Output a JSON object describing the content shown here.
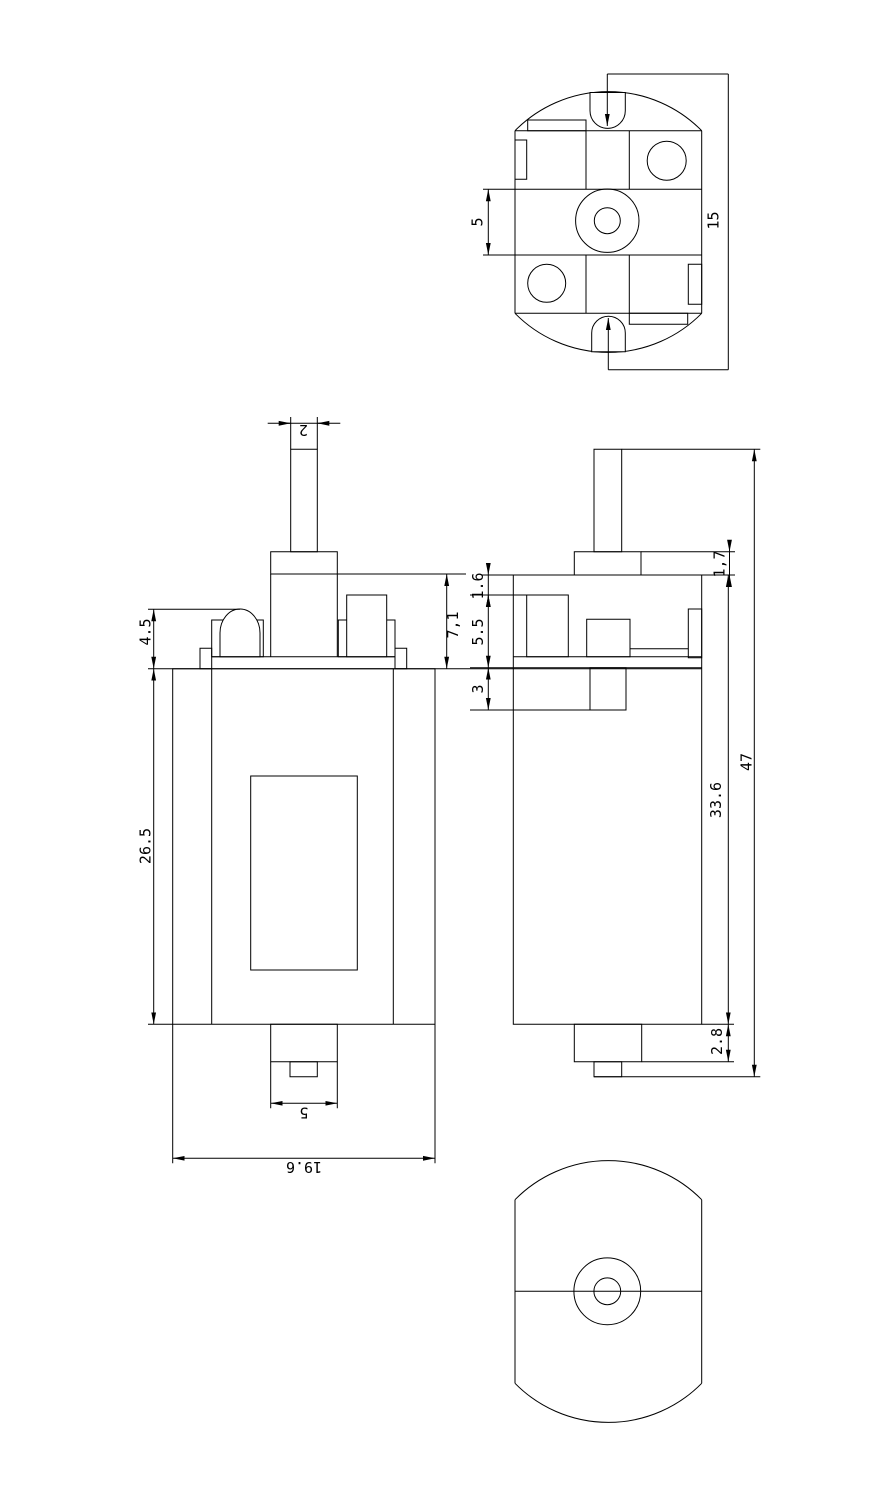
{
  "drawing": {
    "type": "engineering-drawing",
    "subject": "miniature electric motor, four orthographic views",
    "background": "#ffffff",
    "line_color": "#000000"
  },
  "views": {
    "top": {
      "dims": {
        "slot_width": "5",
        "terminal_span": "15"
      }
    },
    "front": {
      "dims": {
        "shaft_diameter": "2",
        "cap_step_height": "4.5",
        "cap_height": "7,1",
        "body_height": "26.5",
        "boss_width": "5",
        "body_width": "19.6"
      }
    },
    "side": {
      "dims": {
        "lip_height": "1.6",
        "terminal_depth": "5.5",
        "inner_depth": "3",
        "bushing_height": "1,7",
        "body_length": "33.6",
        "overall_length": "47",
        "boss_height": "2.8"
      }
    },
    "bottom": {
      "dims": {}
    }
  }
}
